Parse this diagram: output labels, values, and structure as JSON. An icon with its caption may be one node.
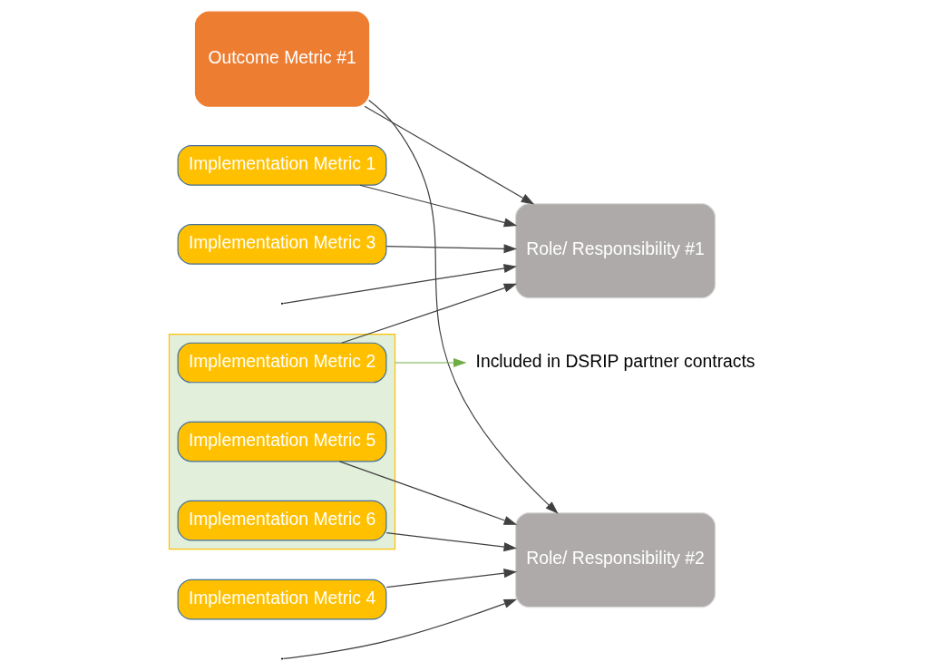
{
  "diagram": {
    "nodes": [
      {
        "text": [
          "Outcome Metric #1"
        ]
      },
      {
        "text": [
          "Role/ Responsibility #1"
        ]
      },
      {
        "text": [
          "Role/ Responsibility #2"
        ]
      },
      {
        "text": [
          "Implementation Metric 1"
        ]
      },
      {
        "text": [
          "Implementation Metric 2"
        ],
        "in": 9
      },
      {
        "text": [
          "Implementation Metric 3"
        ]
      },
      {
        "text": [
          "Implementation Metric 4"
        ]
      },
      {
        "text": [
          "Implementation Metric 5"
        ],
        "in": 9
      },
      {
        "text": [
          "Implementation Metric 6"
        ],
        "in": 9
      },
      {
        "text": [],
        "shape": "box"
      },
      {
        "text": [
          "Included in DSRIP partner contracts"
        ]
      }
    ],
    "edges": [
      {
        "from": 0,
        "to": 1,
        "arrow": "to"
      },
      {
        "from": 0,
        "to": 2,
        "arrow": "to"
      },
      {
        "from": null,
        "to": 1,
        "arrow": "to"
      },
      {
        "from": 3,
        "to": 1,
        "arrow": "to"
      },
      {
        "from": 4,
        "to": 1,
        "arrow": "to"
      },
      {
        "from": 5,
        "to": 1,
        "arrow": "to"
      },
      {
        "from": null,
        "to": 2,
        "arrow": "to"
      },
      {
        "from": 6,
        "to": 2,
        "arrow": "to"
      },
      {
        "from": 7,
        "to": 2,
        "arrow": "to"
      },
      {
        "from": 8,
        "to": 2,
        "arrow": "to"
      },
      {
        "from": 9,
        "to": 10,
        "arrow": "to",
        "color": "#70ad47"
      }
    ]
  }
}
